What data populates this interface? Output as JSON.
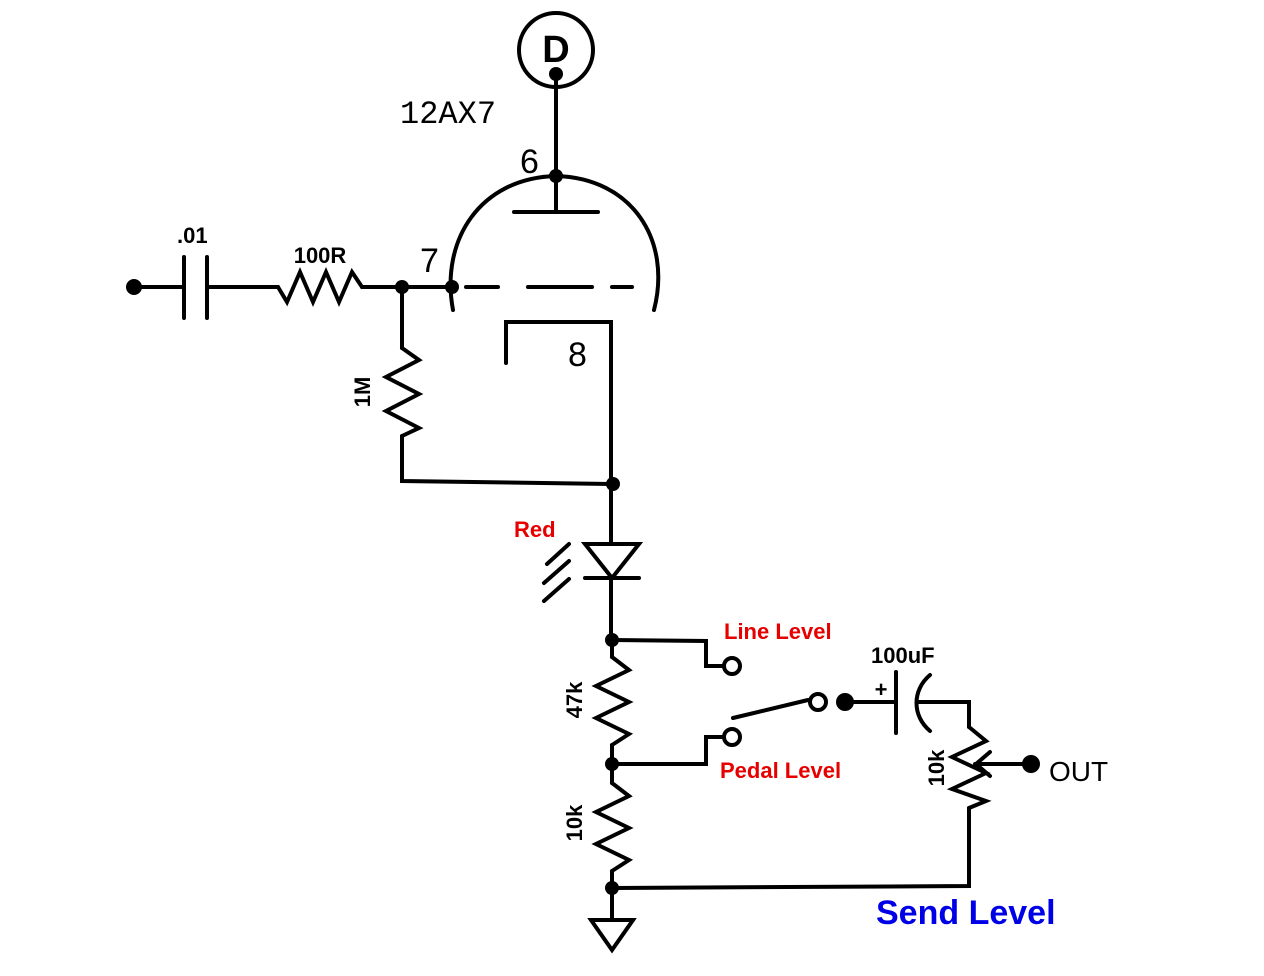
{
  "colors": {
    "wire": "#000000",
    "annotation_red": "#e60000",
    "annotation_blue": "#0000e6",
    "background": "#ffffff"
  },
  "tube": {
    "part": "12AX7",
    "supply_label": "D",
    "pins": {
      "plate": "6",
      "grid": "7",
      "cathode": "8"
    }
  },
  "components": {
    "input_cap": ".01",
    "grid_stopper": "100R",
    "grid_leak": "1M",
    "led_color": "Red",
    "divider_top": "47k",
    "divider_bottom": "10k",
    "output_cap": "100uF",
    "output_cap_polarity": "+",
    "send_pot": "10k"
  },
  "switch": {
    "position_1": "Line Level",
    "position_2": "Pedal Level"
  },
  "labels": {
    "output": "OUT",
    "pot_function": "Send Level"
  }
}
